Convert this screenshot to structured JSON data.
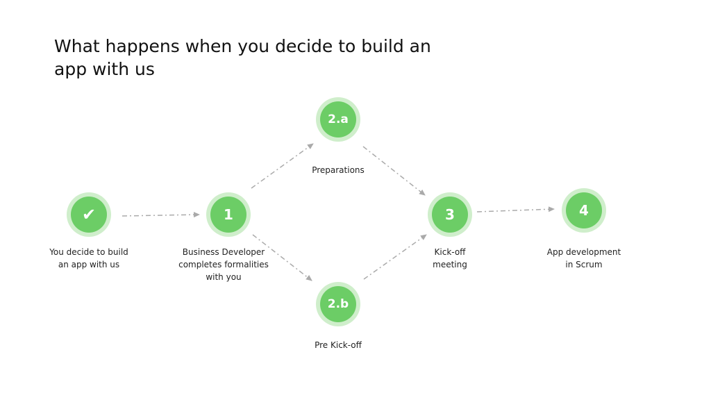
{
  "title": "What happens when you decide to build an app with us",
  "colors": {
    "node_fill": "#6ccd66",
    "node_ring": "#cfeecb",
    "arrow": "#aaaaaa"
  },
  "steps": [
    {
      "id": "check",
      "badge": "✔",
      "label": "You decide to build\nan app with us"
    },
    {
      "id": "1",
      "badge": "1",
      "label": "Business Developer\ncompletes formalities\nwith you"
    },
    {
      "id": "2a",
      "badge": "2.a",
      "label": "Preparations"
    },
    {
      "id": "2b",
      "badge": "2.b",
      "label": "Pre Kick-off"
    },
    {
      "id": "3",
      "badge": "3",
      "label": "Kick-off\nmeeting"
    },
    {
      "id": "4",
      "badge": "4",
      "label": "App development\nin Scrum"
    }
  ],
  "connections": [
    {
      "from": "check",
      "to": "1"
    },
    {
      "from": "1",
      "to": "2a"
    },
    {
      "from": "1",
      "to": "2b"
    },
    {
      "from": "2a",
      "to": "3"
    },
    {
      "from": "2b",
      "to": "3"
    },
    {
      "from": "3",
      "to": "4"
    }
  ]
}
